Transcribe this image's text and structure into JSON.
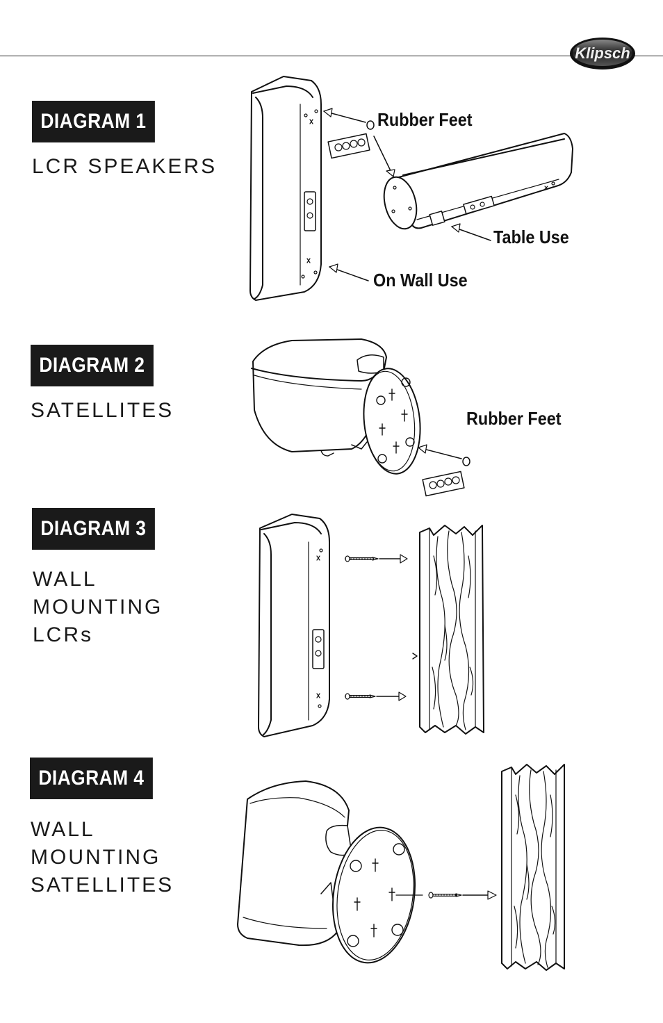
{
  "brand": {
    "logo_text": "Klipsch"
  },
  "sections": [
    {
      "badge": "DIAGRAM 1",
      "subtitle": [
        "LCR SPEAKERS"
      ]
    },
    {
      "badge": "DIAGRAM 2",
      "subtitle": [
        "SATELLITES"
      ]
    },
    {
      "badge": "DIAGRAM 3",
      "subtitle": [
        "WALL",
        "MOUNTING",
        "LCRs"
      ]
    },
    {
      "badge": "DIAGRAM 4",
      "subtitle": [
        "WALL",
        "MOUNTING",
        "SATELLITES"
      ]
    }
  ],
  "callouts": {
    "rubber_feet_1": "Rubber Feet",
    "table_use": "Table Use",
    "on_wall_use": "On Wall Use",
    "rubber_feet_2": "Rubber Feet"
  },
  "colors": {
    "badge_bg": "#1a1a1a",
    "badge_text": "#ffffff",
    "line": "#111111"
  }
}
